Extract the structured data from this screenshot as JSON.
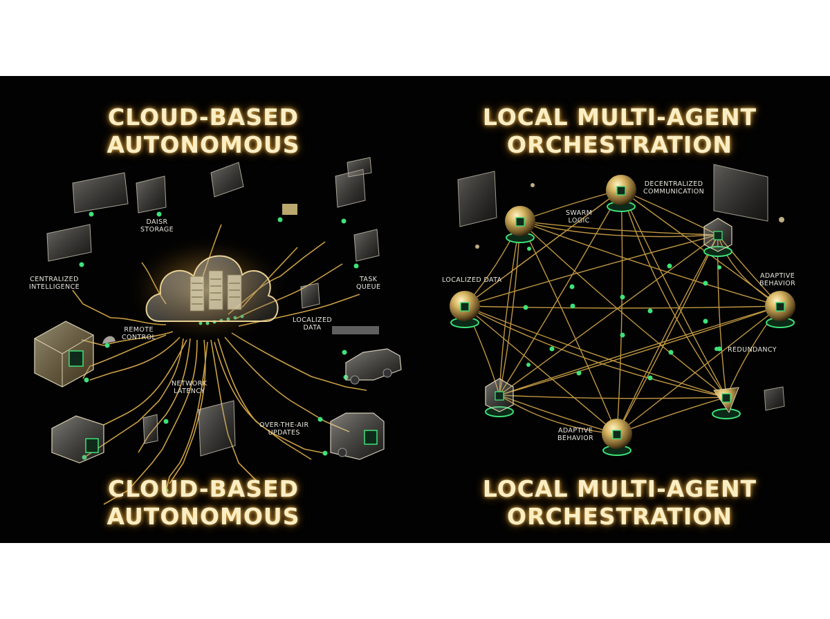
{
  "left": {
    "title_top": [
      "CLOUD-BASED",
      "AUTONOMOUS"
    ],
    "title_bottom": [
      "CLOUD-BASED",
      "AUTONOMOUS"
    ],
    "labels": {
      "data_storage": [
        "DAISR",
        "STORAGE"
      ],
      "centralized_intelligence": [
        "CENTRALIZED",
        "INTELLIGENCE"
      ],
      "task_queue": [
        "TASK",
        "QUEUE"
      ],
      "remote_control": [
        "REMOTE",
        "CONTROL"
      ],
      "localized_data": [
        "LOCALIZED",
        "DATA"
      ],
      "network_latency": [
        "NETWORK",
        "LATENCY"
      ],
      "over_the_air": [
        "OVER-THE-AIR",
        "UPDATES"
      ]
    }
  },
  "right": {
    "title_top": [
      "LOCAL MULTI-AGENT",
      "ORCHESTRATION"
    ],
    "title_bottom": [
      "LOCAL MULTI-AGENT",
      "ORCHESTRATION"
    ],
    "labels": {
      "decentralized": [
        "DECENTRALIZED",
        "COMMUNICATION"
      ],
      "swarm_logic": [
        "SWARM",
        "LOGIC"
      ],
      "localized_data": [
        "LOCALIZED DATA"
      ],
      "adaptive_behavior_right": [
        "ADAPTIVE",
        "BEHAVIOR"
      ],
      "redundancy": [
        "REDUNDANCY"
      ],
      "adaptive_behavior_bottom": [
        "ADAPTIVE",
        "BEHAVIOR"
      ]
    }
  },
  "colors": {
    "background": "#020202",
    "title_glow": "#ffc24f",
    "wire": "#e2b24e",
    "node_green": "#3ee27a",
    "sphere_gold": "#c9a64a"
  },
  "icons": [
    "cloud-server-icon",
    "sphere-agent-icon",
    "cube-device-icon",
    "vehicle-icon",
    "screen-panel-icon"
  ]
}
